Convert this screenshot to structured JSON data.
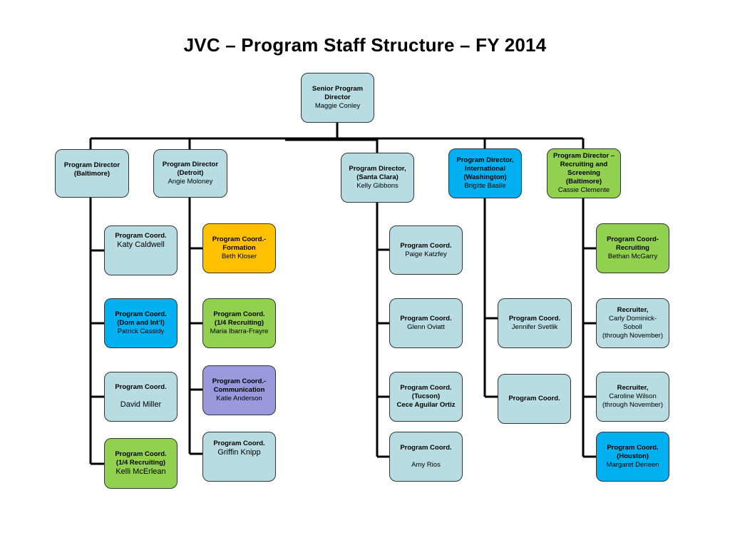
{
  "title": "JVC – Program Staff Structure – FY 2014",
  "boxes": {
    "senior": {
      "title": "Senior Program\nDirector",
      "name": "Maggie Conley"
    },
    "pd_baltimore": {
      "title": "Program Director\n(Baltimore)",
      "name": ""
    },
    "pd_detroit": {
      "title": "Program Director\n(Detroit)",
      "name": "Angie Moloney"
    },
    "pd_santa_clara": {
      "title": "Program Director,\n(Santa Clara)",
      "name": "Kelly Gibbons"
    },
    "pd_international": {
      "title": "Program Director,\nInternational\n(Washington)",
      "name": "Brigitte Basile"
    },
    "pd_recruiting": {
      "title": "Program Director –\nRecruiting and\nScreening\n(Baltimore)",
      "name": "Cassie Clemente"
    },
    "b1": {
      "title": "Program Coord.",
      "name": "Katy Caldwell"
    },
    "b2": {
      "title": "Program Coord.\n(Dom and Int’l)",
      "name": "Patrick Cassidy"
    },
    "b3": {
      "title": "Program Coord.",
      "name": "David Miller"
    },
    "b4": {
      "title": "Program Coord.\n(1/4 Recruiting)",
      "name": "Kelli McErlean"
    },
    "d1": {
      "title": "Program Coord.-\nFormation",
      "name": "Beth Kloser"
    },
    "d2": {
      "title": "Program Coord.\n(1/4 Recruiting)",
      "name": "Maria Ibarra-Frayre"
    },
    "d3": {
      "title": "Program Coord.-\nCommunication",
      "name": "Katie Anderson"
    },
    "d4": {
      "title": "Program Coord.",
      "name": "Griffin  Knipp"
    },
    "s1": {
      "title": "Program Coord.",
      "name": "Paige Katzfey"
    },
    "s2": {
      "title": "Program Coord.",
      "name": "Glenn Oviatt"
    },
    "s3": {
      "title": "Program Coord.\n(Tucson)",
      "name": "Cece Aguilar Ortiz"
    },
    "s4": {
      "title": "Program Coord.",
      "name": "Amy Rios"
    },
    "i1": {
      "title": "Program Coord.",
      "name": "Jennifer Svetlik"
    },
    "i2": {
      "title": "Program Coord.",
      "name": ""
    },
    "r1": {
      "title": "Program Coord-\nRecruiting",
      "name": "Bethan McGarry"
    },
    "r2": {
      "title": "Recruiter,",
      "name": "Carly Dominick-Soboll\n(through November)"
    },
    "r3": {
      "title": "Recruiter,",
      "name": "Caroline Wilson\n(through November)"
    },
    "r4": {
      "title": "Program Coord.\n(Houston)",
      "name": "Margaret Deneen"
    }
  },
  "colors": {
    "light_blue": "#b7dde3",
    "blue": "#00b0f0",
    "green": "#92d050",
    "orange": "#ffc000",
    "purple": "#9999dd"
  }
}
